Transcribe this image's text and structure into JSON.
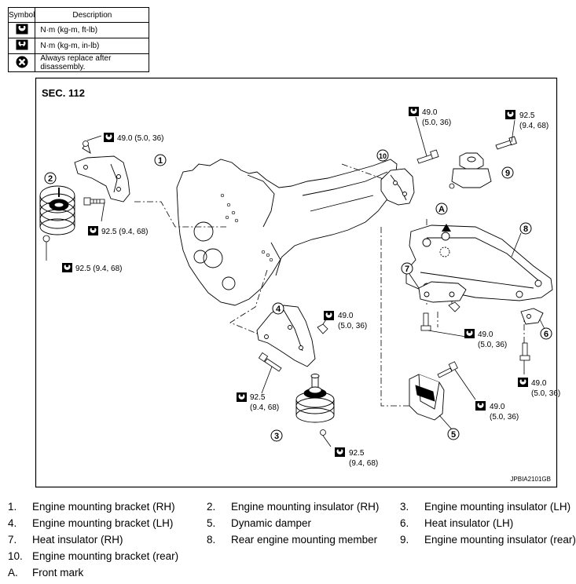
{
  "legend": {
    "header_symbol": "Symbol",
    "header_description": "Description",
    "rows": [
      {
        "icon": "torque-wrench-icon",
        "description": "N·m (kg-m, ft-lb)"
      },
      {
        "icon": "torque-wrench-small-icon",
        "description": "N·m (kg-m, in-lb)"
      },
      {
        "icon": "replace-part-icon",
        "description": "Always replace after disassembly."
      }
    ]
  },
  "diagram": {
    "section": "SEC. 112",
    "code": "JPBIA2101GB",
    "callouts": [
      "1",
      "2",
      "3",
      "4",
      "5",
      "6",
      "7",
      "8",
      "9",
      "10",
      "A"
    ],
    "torques": {
      "t1": "49.0 (5.0, 36)",
      "t2": "92.5 (9.4, 68)",
      "t3": "92.5 (9.4, 68)",
      "t4a": "49.0",
      "t4b": "(5.0, 36)",
      "t5a": "92.5",
      "t5b": "(9.4, 68)",
      "t6a": "49.0",
      "t6b": "(5.0, 36)",
      "t7a": "92.5",
      "t7b": "(9.4, 68)",
      "t8a": "49.0",
      "t8b": "(5.0, 36)",
      "t9a": "49.0",
      "t9b": "(5.0, 36)",
      "t10a": "49.0",
      "t10b": "(5.0, 36)",
      "t11a": "92.5",
      "t11b": "(9.4, 68)"
    }
  },
  "parts": [
    [
      {
        "num": "1.",
        "label": "Engine mounting bracket (RH)"
      },
      {
        "num": "2.",
        "label": "Engine mounting insulator (RH)"
      },
      {
        "num": "3.",
        "label": "Engine mounting insulator (LH)"
      }
    ],
    [
      {
        "num": "4.",
        "label": "Engine mounting bracket (LH)"
      },
      {
        "num": "5.",
        "label": "Dynamic damper"
      },
      {
        "num": "6.",
        "label": "Heat insulator (LH)"
      }
    ],
    [
      {
        "num": "7.",
        "label": "Heat insulator (RH)"
      },
      {
        "num": "8.",
        "label": "Rear engine mounting member"
      },
      {
        "num": "9.",
        "label": "Engine mounting insulator (rear)"
      }
    ],
    [
      {
        "num": "10.",
        "label": "Engine mounting bracket (rear)"
      }
    ],
    [
      {
        "num": "A.",
        "label": "Front mark"
      }
    ]
  ]
}
